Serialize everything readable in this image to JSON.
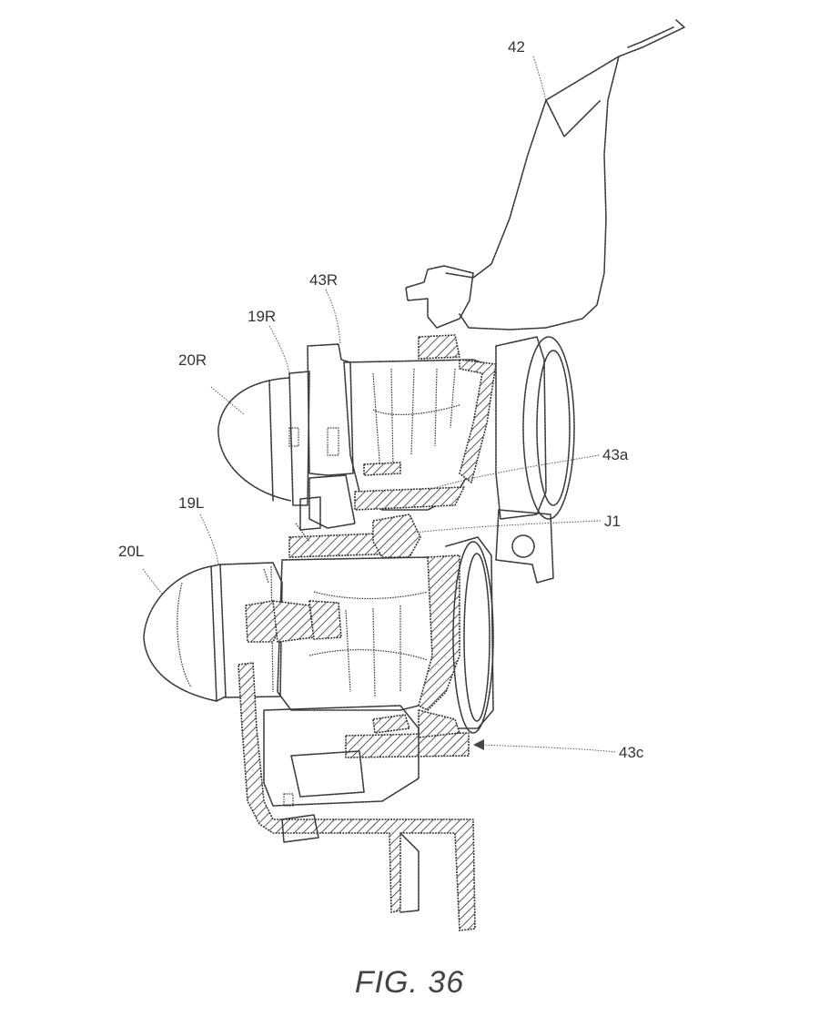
{
  "labels": {
    "l42": "42",
    "l43R": "43R",
    "l19R": "19R",
    "l20R": "20R",
    "l43a": "43a",
    "lJ1": "J1",
    "l19L": "19L",
    "l20L": "20L",
    "l43c": "43c"
  },
  "caption": "FIG.  36"
}
